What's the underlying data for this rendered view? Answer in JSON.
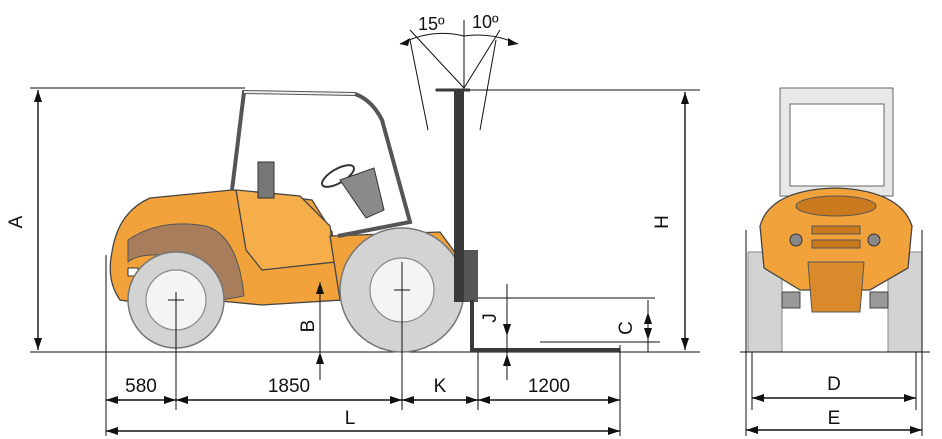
{
  "diagram": {
    "angles": {
      "tilt_back": "15º",
      "tilt_forward": "10º"
    },
    "side_view": {
      "height_label": "A",
      "lift_height_label": "H",
      "ground_clearance_label": "B",
      "fork_label": "J",
      "fork_clearance_label": "C",
      "front_overhang": "580",
      "wheelbase": "1850",
      "mast_offset_label": "K",
      "fork_length": "1200",
      "overall_length_label": "L"
    },
    "front_view": {
      "track_width_label": "D",
      "overall_width_label": "E"
    },
    "colors": {
      "body": "#F2A23A",
      "body_shadow": "#C97A1E",
      "tyre": "#D3D3D3",
      "rim": "#F4F4F4",
      "mast": "#3A3A3A",
      "line": "#111111"
    }
  }
}
